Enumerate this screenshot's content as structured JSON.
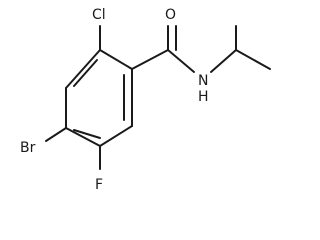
{
  "atoms": {
    "chlorine": "Cl",
    "oxygen": "O",
    "amide_nitrogen": "N",
    "amide_hydrogen": "H",
    "bromine": "Br",
    "fluorine": "F"
  }
}
